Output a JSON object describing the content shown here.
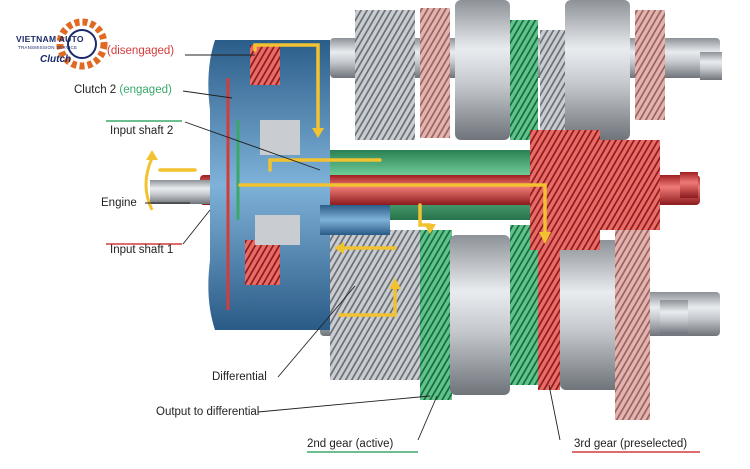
{
  "logo": {
    "line1": "VIETNAM AUTO",
    "line2": "TRANSMISSION SERVICE",
    "line3": "Clutch",
    "icon": "gear-logo-icon"
  },
  "labels": {
    "clutch1": "(disengaged)",
    "clutch2": "Clutch 2 (engaged)",
    "input_shaft_2": "Input shaft 2",
    "engine": "Engine",
    "input_shaft_1": "Input shaft 1",
    "differential": "Differential",
    "output_to_differential": "Output to differential",
    "second_gear": "2nd gear (active)",
    "third_gear": "3rd gear (preselected)"
  },
  "colors": {
    "red": "#d43b3b",
    "green": "#3aa86b",
    "blue": "#3f7fb8",
    "yellow": "#f2c230",
    "steel": "#b8bcc2"
  }
}
